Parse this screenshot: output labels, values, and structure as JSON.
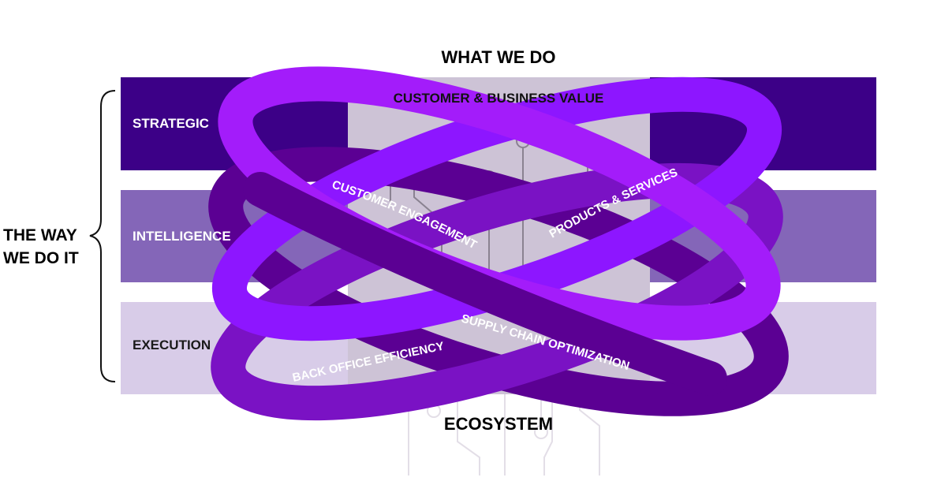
{
  "top_title": "WHAT WE DO",
  "bottom_title": "ECOSYSTEM",
  "left_label": {
    "line1": "THE WAY",
    "line2": "WE DO IT"
  },
  "center_column_label": "CUSTOMER & BUSINESS VALUE",
  "layers": [
    {
      "label": "STRATEGIC",
      "color": "#3c0087"
    },
    {
      "label": "INTELLIGENCE",
      "color": "#8466b8"
    },
    {
      "label": "EXECUTION",
      "color": "#d8cce8"
    }
  ],
  "rings": [
    {
      "label": "CUSTOMER ENGAGEMENT",
      "color": "#a31cfa"
    },
    {
      "label": "PRODUCTS & SERVICES",
      "color": "#8d16ff"
    },
    {
      "label": "SUPPLY CHAIN OPTIMIZATION",
      "color": "#5b0093"
    },
    {
      "label": "BACK OFFICE EFFICIENCY",
      "color": "#7a12c4"
    }
  ],
  "colors": {
    "center_column": "#cdc3d6",
    "circuit": "#8a8291"
  }
}
